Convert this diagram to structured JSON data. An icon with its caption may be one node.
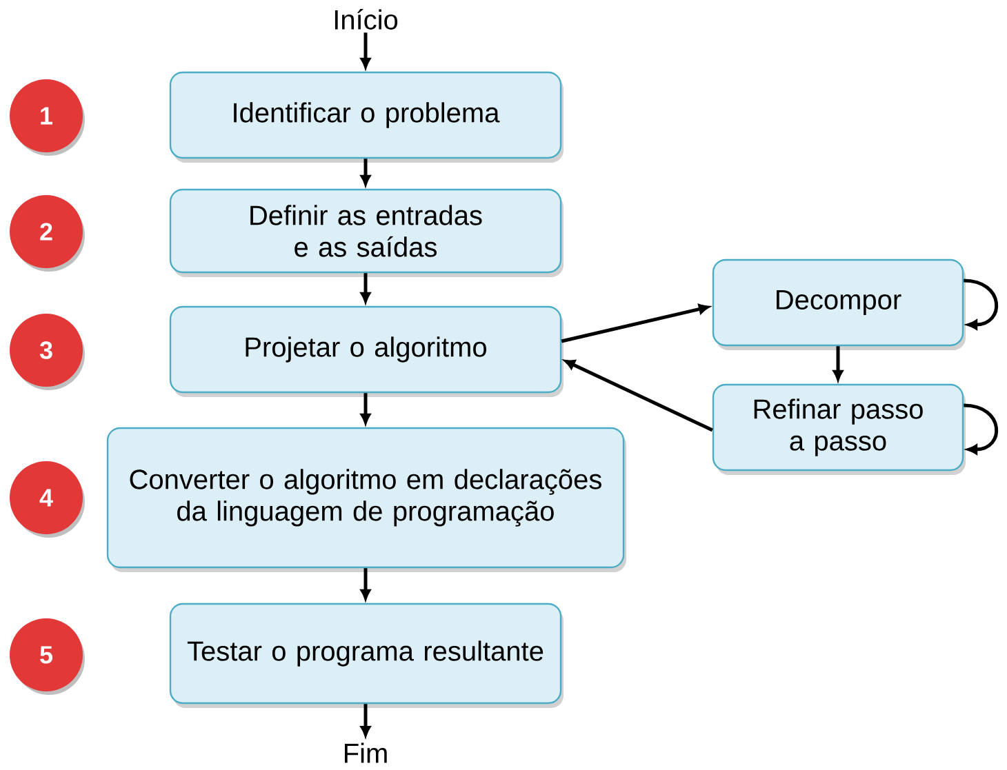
{
  "diagram": {
    "nodes": [
      {
        "text": [
          "Início"
        ]
      },
      {
        "text": [
          "Identificar o problema"
        ]
      },
      {
        "text": [
          "Definir as entradas e as saídas"
        ]
      },
      {
        "text": [
          "Projetar o algoritmo"
        ]
      },
      {
        "text": [
          "Converter o algoritmo em declarações da linguagem de programação"
        ]
      },
      {
        "text": [
          "Testar o programa resultante"
        ]
      },
      {
        "text": [
          "Fim"
        ]
      },
      {
        "text": [
          "Decompor"
        ]
      },
      {
        "text": [
          "Refinar passo a passo"
        ]
      },
      {
        "text": [
          "1"
        ]
      },
      {
        "text": [
          "2"
        ]
      },
      {
        "text": [
          "3"
        ]
      },
      {
        "text": [
          "4"
        ]
      },
      {
        "text": [
          "5"
        ]
      }
    ],
    "edges": [
      {
        "from": 0,
        "to": 1,
        "arrow": "to"
      },
      {
        "from": 1,
        "to": 2,
        "arrow": "to"
      },
      {
        "from": 2,
        "to": 3,
        "arrow": "to"
      },
      {
        "from": 3,
        "to": 4,
        "arrow": "to"
      },
      {
        "from": 4,
        "to": 5,
        "arrow": "to"
      },
      {
        "from": 5,
        "to": 6,
        "arrow": "to"
      },
      {
        "from": 3,
        "to": 7,
        "arrow": "to"
      },
      {
        "from": 7,
        "to": 8,
        "arrow": "to"
      },
      {
        "from": 8,
        "to": 3,
        "arrow": "to"
      },
      {
        "from": 7,
        "to": 7,
        "arrow": "to"
      },
      {
        "from": 8,
        "to": 8,
        "arrow": "to"
      }
    ]
  }
}
